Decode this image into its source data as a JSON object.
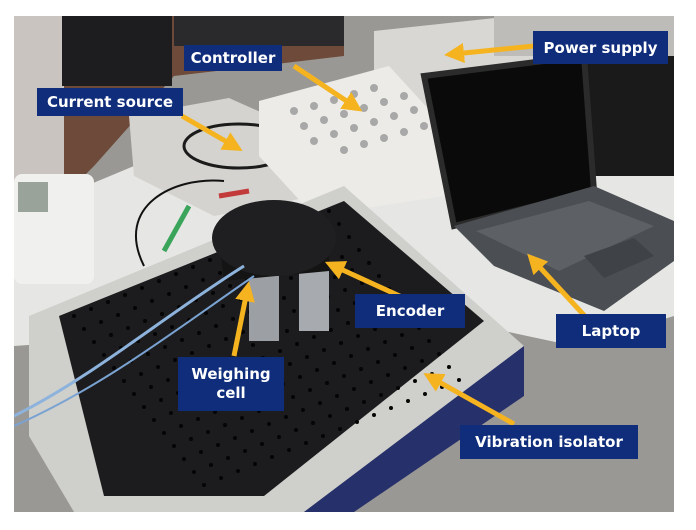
{
  "figure": {
    "description": "Annotated photograph of a laboratory measurement setup",
    "label_color": "#0f2d7a",
    "arrow_color": "#f5b41f",
    "labels": [
      {
        "id": "controller",
        "text": "Controller"
      },
      {
        "id": "current-source",
        "text": "Current source"
      },
      {
        "id": "power-supply",
        "text": "Power supply"
      },
      {
        "id": "encoder",
        "text": "Encoder"
      },
      {
        "id": "laptop",
        "text": "Laptop"
      },
      {
        "id": "weighing-cell",
        "text": "Weighing cell"
      },
      {
        "id": "vibration-isolator",
        "text": "Vibration isolator"
      }
    ]
  }
}
